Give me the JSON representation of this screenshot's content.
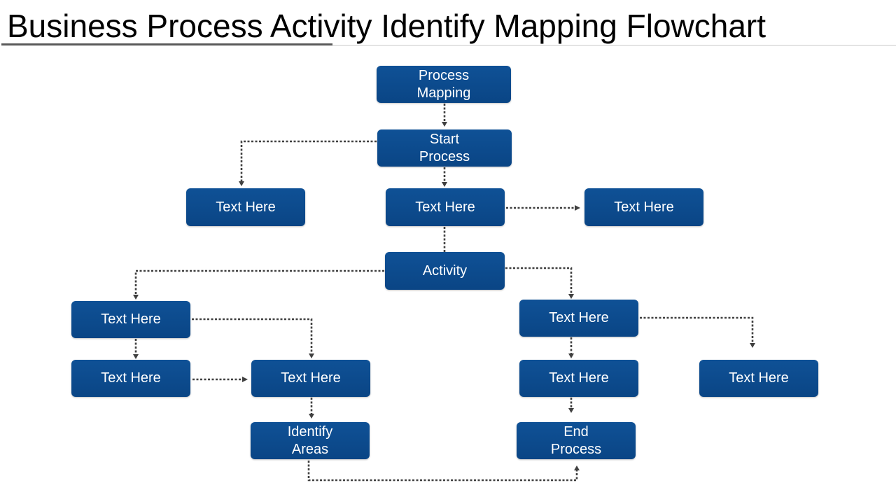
{
  "title": "Business Process Activity Identify Mapping Flowchart",
  "nodes": {
    "process_mapping": "Process\nMapping",
    "start_process": "Start\nProcess",
    "text_left": "Text Here",
    "text_center": "Text Here",
    "text_right": "Text Here",
    "activity": "Activity",
    "text_l1": "Text Here",
    "text_l2": "Text Here",
    "text_l3": "Text Here",
    "identify_areas": "Identify\nAreas",
    "text_r1": "Text Here",
    "text_r2": "Text Here",
    "text_r3": "Text Here",
    "end_process": "End\nProcess"
  },
  "colors": {
    "node_fill": "#0a4a8c",
    "node_text": "#ffffff",
    "connector": "#404040"
  }
}
